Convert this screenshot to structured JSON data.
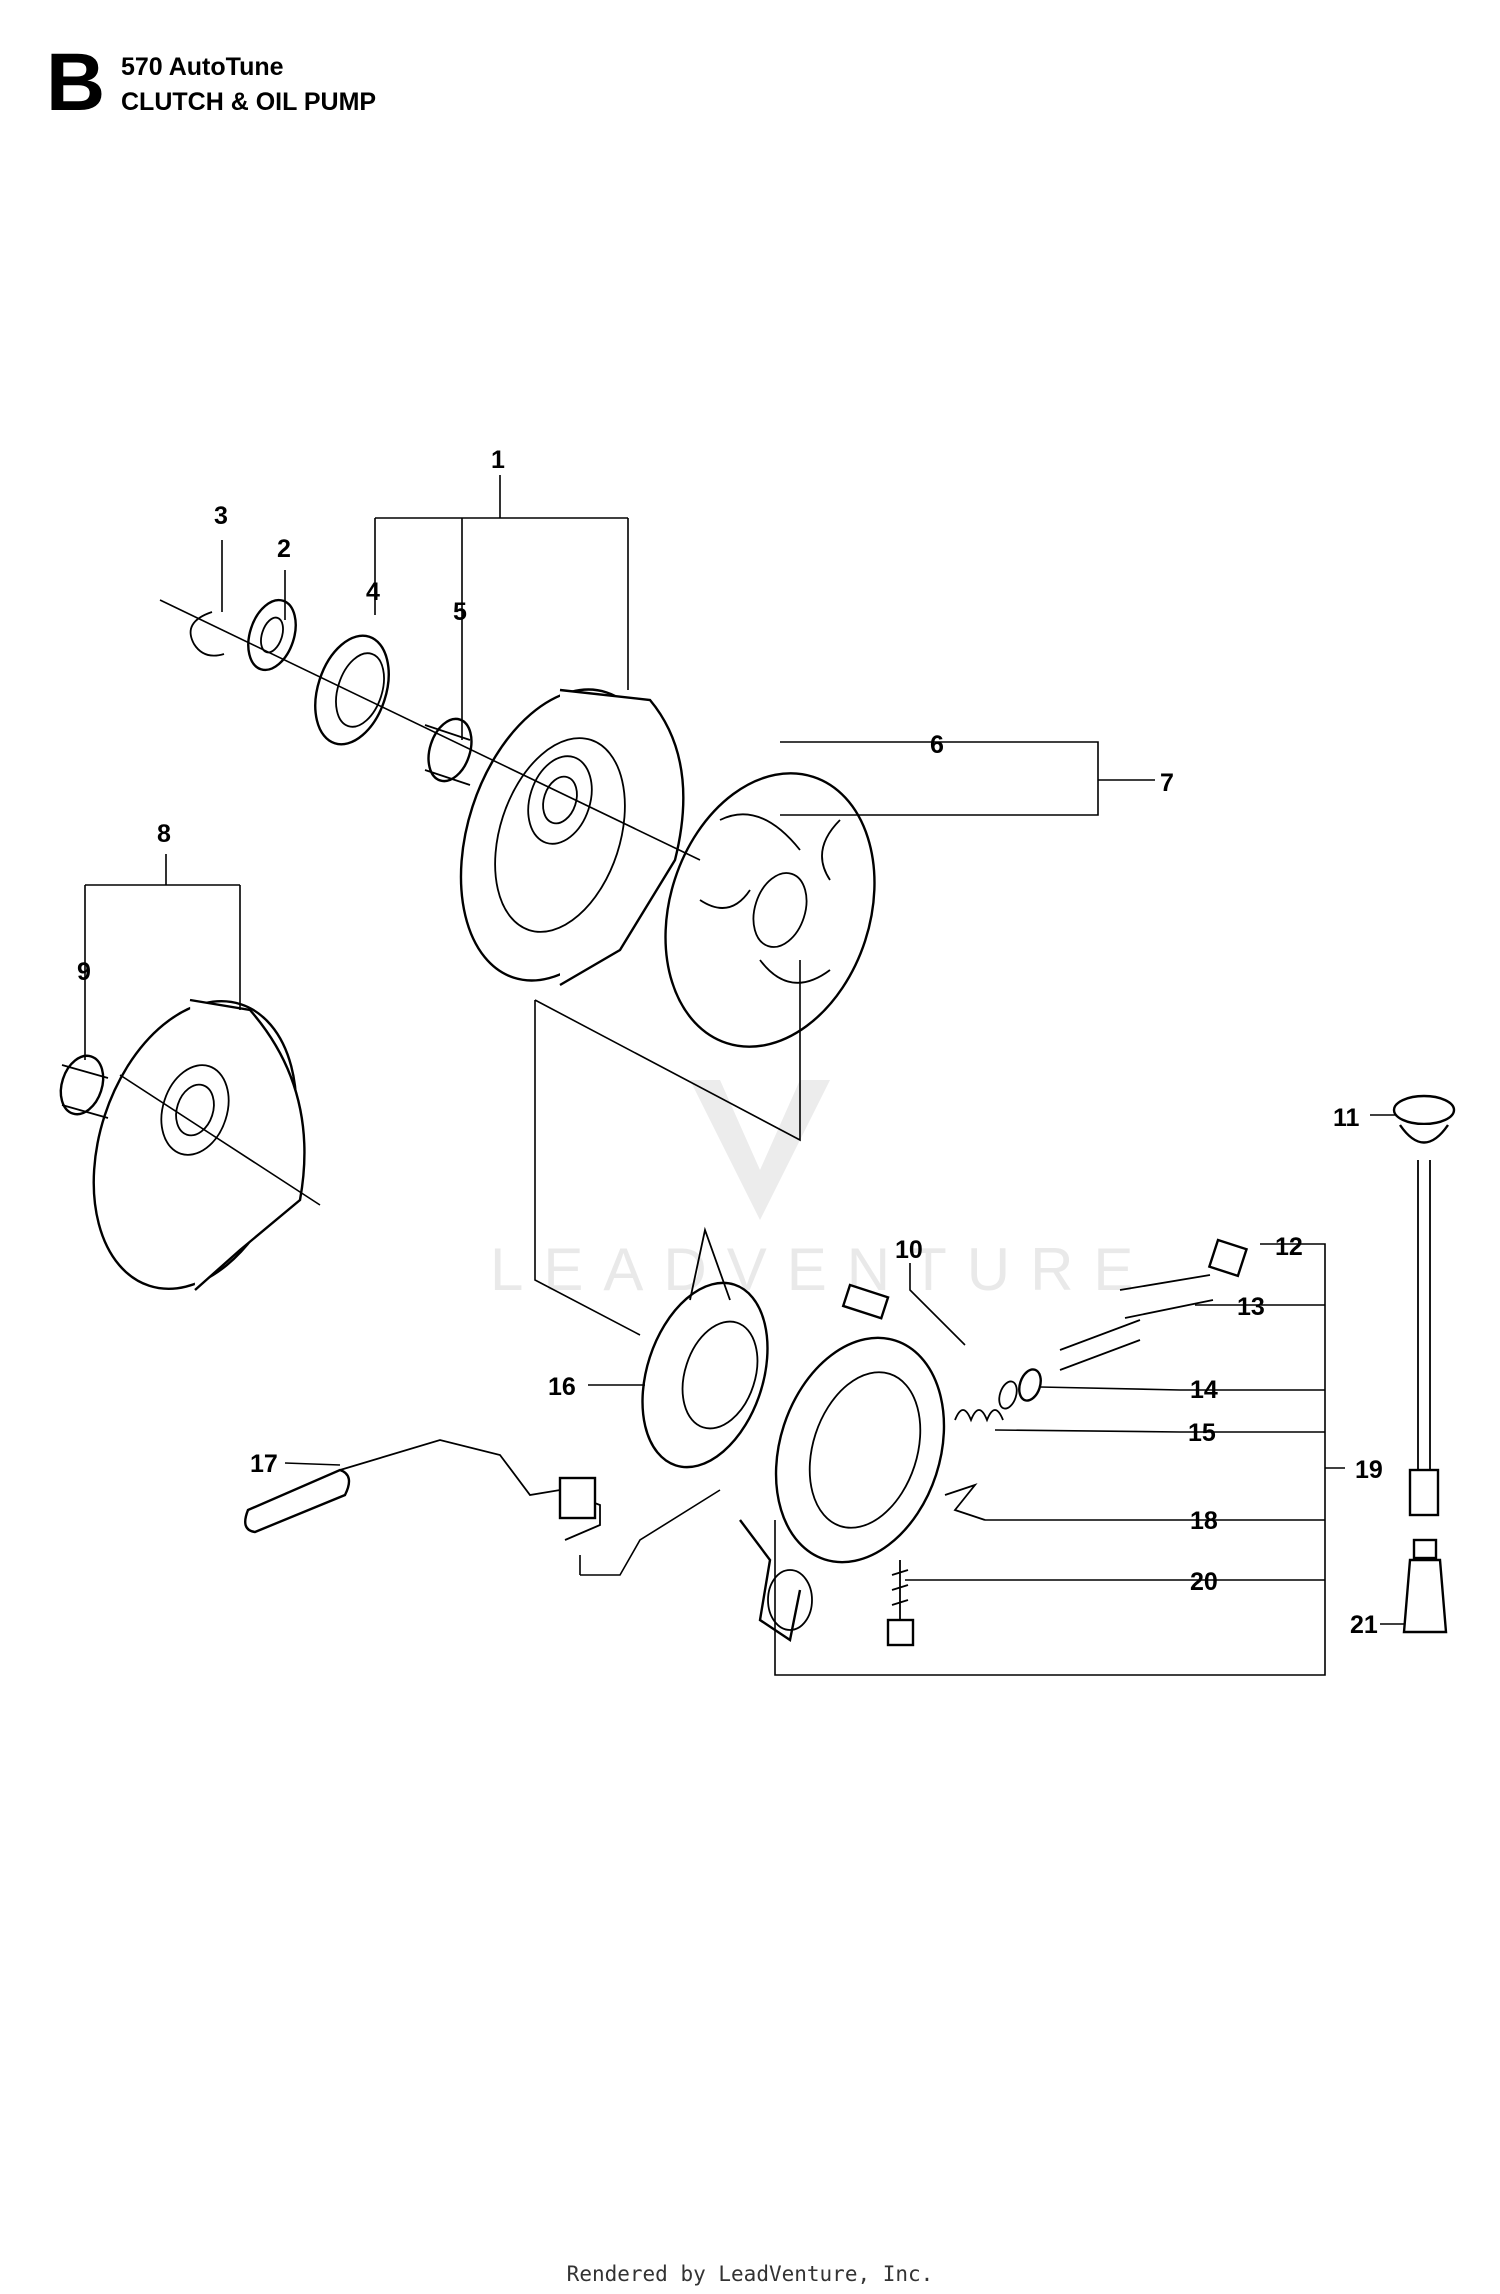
{
  "header": {
    "section_letter": "B",
    "model": "570 AutoTune",
    "section_title": "CLUTCH & OIL PUMP"
  },
  "watermark": {
    "text": "LEADVENTURE"
  },
  "callouts": [
    "1",
    "2",
    "3",
    "4",
    "5",
    "6",
    "7",
    "8",
    "9",
    "10",
    "11",
    "12",
    "13",
    "14",
    "15",
    "16",
    "17",
    "18",
    "19",
    "20",
    "21"
  ],
  "footer": {
    "text": "Rendered by LeadVenture, Inc."
  }
}
